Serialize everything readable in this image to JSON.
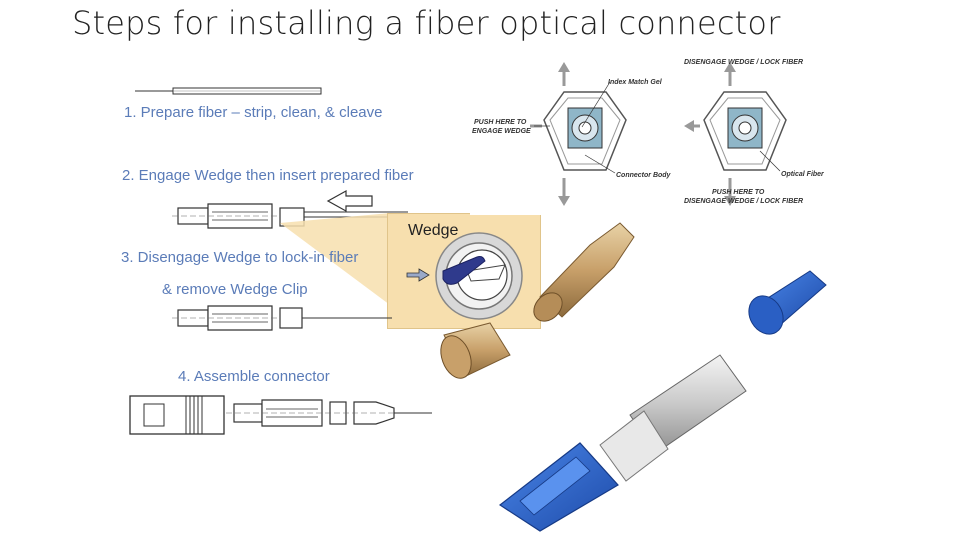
{
  "slide": {
    "title": "Steps for installing a fiber optical connector"
  },
  "steps": [
    "1. Prepare fiber – strip, clean, & cleave",
    "2. Engage Wedge then insert prepared fiber",
    "3. Disengage Wedge to lock-in fiber",
    "& remove Wedge Clip",
    "4. Assemble connector"
  ],
  "callout": {
    "wedge_label": "Wedge"
  },
  "schematic": {
    "index_match_gel": "Index Match Gel",
    "push_here_engage_line1": "PUSH HERE TO",
    "push_here_engage_line2": "ENGAGE WEDGE",
    "connector_body": "Connector Body",
    "disengage_top": "DISENGAGE WEDGE / LOCK FIBER",
    "optical_fiber": "Optical Fiber",
    "push_here_disengage_line1": "PUSH HERE TO",
    "push_here_disengage_line2": "DISENGAGE WEDGE / LOCK FIBER"
  },
  "colors": {
    "step_text": "#5b7cb8",
    "connector_blue": "#2a5fc4",
    "callout_bg": "#f7dfae",
    "ferrule_gold": "#c8a06a"
  }
}
